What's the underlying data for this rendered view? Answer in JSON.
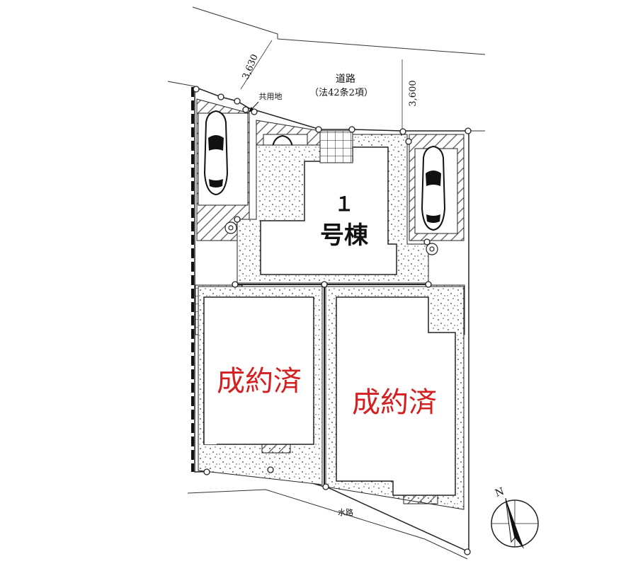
{
  "road": {
    "name": "道路",
    "legal_basis": "（法42条2項）",
    "width_left": "3,630",
    "width_right": "3,600"
  },
  "shared_land_label": "共用地",
  "water_channel_label": "水路",
  "building_1": {
    "number": "１",
    "label": "号棟"
  },
  "lot_2": {
    "status": "成約済"
  },
  "lot_3": {
    "status": "成約済"
  },
  "compass": {
    "label": "N"
  },
  "colors": {
    "sold": "#d42020",
    "line": "#222222",
    "hatch": "#555555"
  }
}
